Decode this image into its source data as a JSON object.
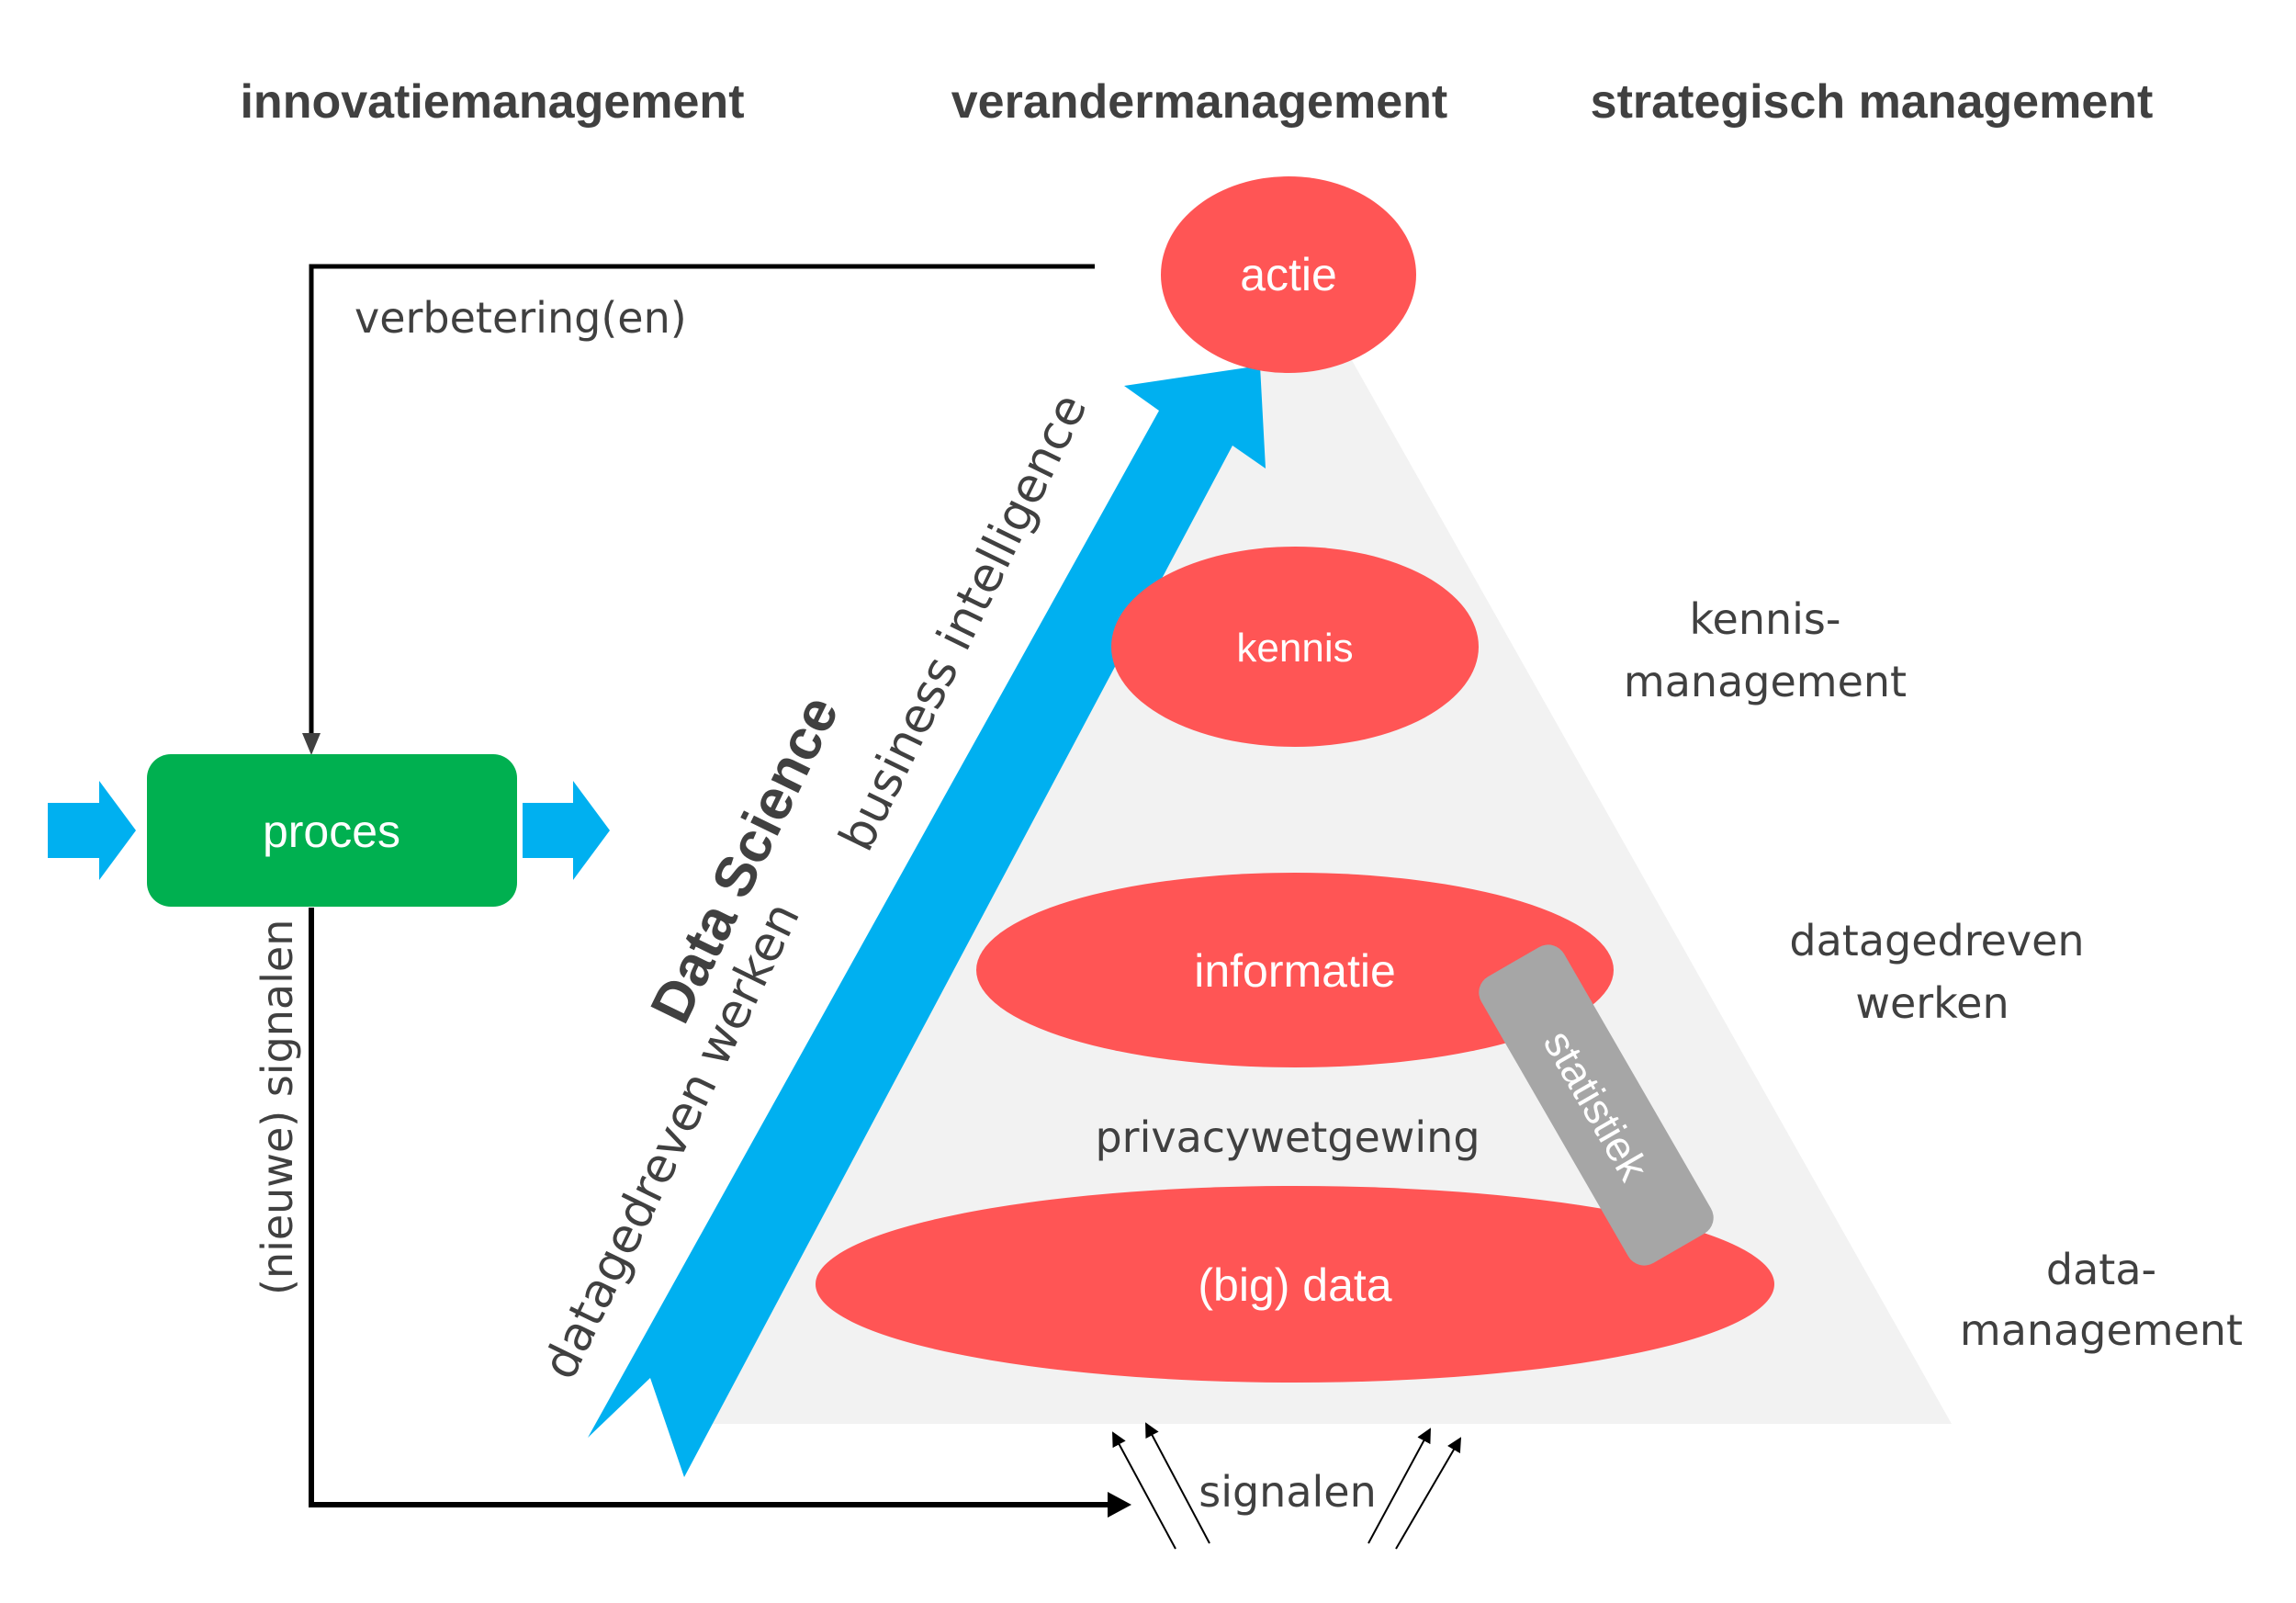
{
  "headers": {
    "innovation": "innovatiemanagement",
    "change": "verandermanagement",
    "strategic": "strategisch management"
  },
  "process": {
    "label": "proces",
    "feedback_label": "verbetering(en)",
    "signals_label": "(nieuwe) signalen"
  },
  "pyramid": {
    "levels": [
      {
        "id": "actie",
        "label": "actie"
      },
      {
        "id": "kennis",
        "label": "kennis"
      },
      {
        "id": "informatie",
        "label": "informatie"
      },
      {
        "id": "data",
        "label": "(big) data"
      }
    ],
    "between_label": "privacywetgewing",
    "statistics_label": "statistiek",
    "bottom_signals_label": "signalen"
  },
  "arrow_labels": {
    "data_science": "Data Science",
    "business_intelligence": "business intelligence",
    "data_driven": "datagedreven werken"
  },
  "side_labels": {
    "knowledge": [
      "kennis-",
      "management"
    ],
    "data_driven": [
      "datagedreven",
      "werken"
    ],
    "data": [
      "data-",
      "management"
    ]
  },
  "colors": {
    "ellipse": "#ff5555",
    "process": "#00b050",
    "arrow": "#00b0f0",
    "pyramid": "#f2f2f2",
    "statistics": "#a6a6a6",
    "text": "#404040"
  }
}
